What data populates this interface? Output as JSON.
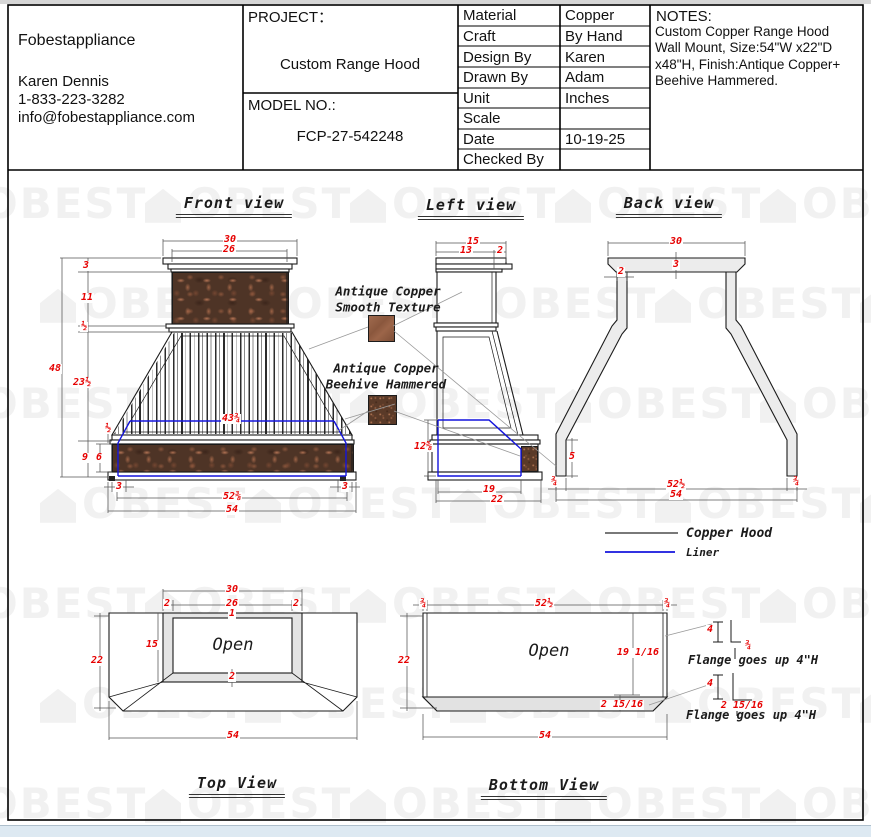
{
  "header": {
    "company": {
      "name": "Fobestappliance",
      "contact": "Karen Dennis",
      "phone": "1-833-223-3282",
      "email": "info@fobestappliance.com"
    },
    "project": {
      "label": "PROJECT：",
      "value": "Custom Range Hood"
    },
    "model": {
      "label": "MODEL NO.:",
      "value": "FCP-27-542248"
    },
    "spec": {
      "rows": [
        {
          "label": "Material",
          "value": "Copper"
        },
        {
          "label": "Craft",
          "value": "By Hand"
        },
        {
          "label": "Design By",
          "value": "Karen"
        },
        {
          "label": "Drawn By",
          "value": "Adam"
        },
        {
          "label": "Unit",
          "value": "Inches"
        },
        {
          "label": "Scale",
          "value": ""
        },
        {
          "label": "Date",
          "value": "10-19-25"
        },
        {
          "label": "Checked By",
          "value": ""
        }
      ]
    },
    "notes": {
      "label": "NOTES:",
      "text": "Custom Copper Range Hood Wall Mount, Size:54\"W x22\"D x48\"H, Finish:Antique Copper+ Beehive Hammered."
    }
  },
  "callouts": {
    "smooth": "Antique Copper\nSmooth Texture",
    "hammered": "Antique Copper\nBeehive Hammered"
  },
  "legend": {
    "copper_hood": "Copper Hood",
    "liner": "Liner"
  },
  "watermark": {
    "text": "OBEST"
  },
  "views": {
    "front": {
      "title": "Front view",
      "dims": {
        "top_w": "30",
        "inner_w": "26",
        "crown_h": "3",
        "band_h": "11",
        "trim1": "½",
        "slope_h": "23½",
        "total_h": "48",
        "trim2": "½",
        "skirt_h": "9",
        "band2_h": "6",
        "liner_w": "43¾",
        "inset_l": "3",
        "inset_r": "3",
        "body_w": "52⅜",
        "base_w": "54"
      }
    },
    "left": {
      "title": "Left view",
      "dims": {
        "depth": "15",
        "front_d": "13",
        "back_d": "2",
        "liner_h": "12⅝",
        "inner_d": "19",
        "base_d": "22"
      }
    },
    "back": {
      "title": "Back view",
      "dims": {
        "top_w": "30",
        "crown_h": "3",
        "wall": "2",
        "foot_h": "5",
        "edge_l": "¾",
        "inner_w": "52½",
        "edge_r": "¾",
        "base_w": "54"
      }
    },
    "top": {
      "title": "Top View",
      "open": "Open",
      "dims": {
        "top_w": "30",
        "side_l": "2",
        "inner_w": "26",
        "side_r": "2",
        "lip_t": "1",
        "inner_d": "15",
        "depth": "22",
        "lip_b": "2",
        "base_w": "54"
      }
    },
    "bottom": {
      "title": "Bottom View",
      "open": "Open",
      "flange_note1": "Flange goes up 4\"H",
      "flange_note2": "Flange goes up 4\"H",
      "dims": {
        "edge_l": "¾",
        "inner_w": "52½",
        "edge_r": "¾",
        "depth": "22",
        "inner_d": "19 1/16",
        "band_d": "2 15/16",
        "base_w": "54",
        "flange1_h": "4",
        "flange1_w": "¾",
        "flange2_h": "4",
        "flange2_w": "2 15/16"
      }
    }
  },
  "colors": {
    "dimension": "#e60000",
    "liner": "#1414dd",
    "copper_dark": "#4e3426",
    "copper_light": "#a9735a",
    "fill_gray": "#ececec"
  }
}
